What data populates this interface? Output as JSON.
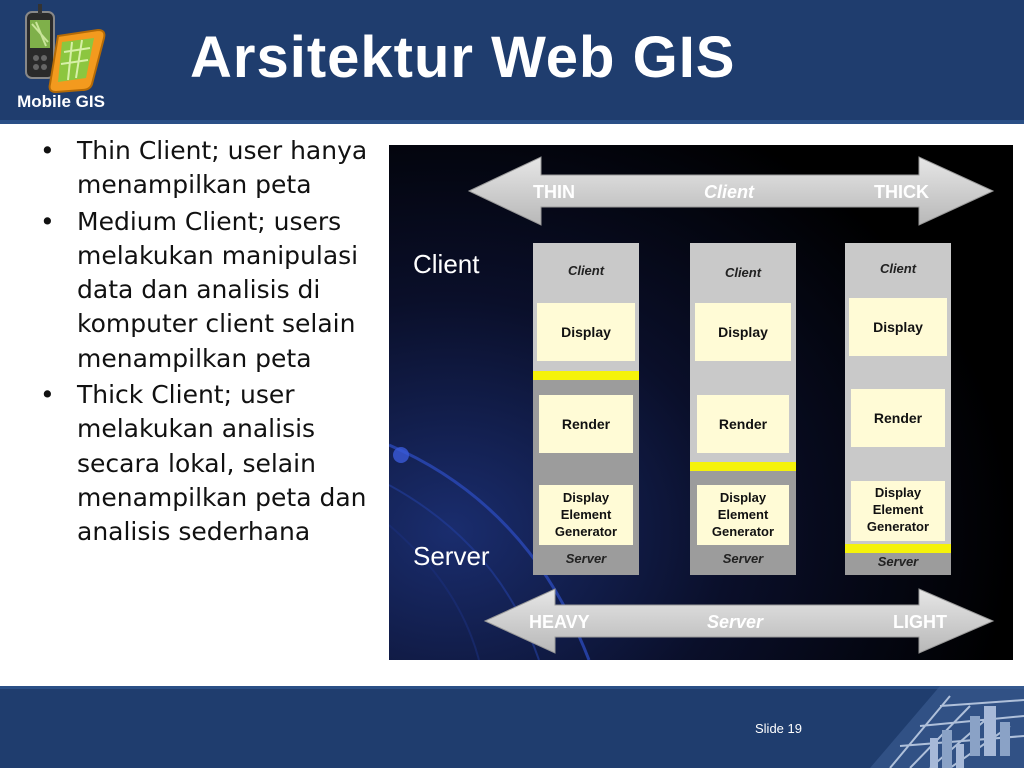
{
  "header": {
    "logo_text": "Mobile GIS",
    "title": "Arsitektur Web GIS"
  },
  "bullets": [
    "Thin Client; user hanya menampilkan peta",
    "Medium Client; users melakukan manipulasi data dan analisis di komputer client selain menampilkan peta",
    "Thick Client; user melakukan analisis secara lokal, selain menampilkan peta dan analisis sederhana"
  ],
  "diagram": {
    "top_arrow": {
      "left": "THIN",
      "center": "Client",
      "right": "THICK"
    },
    "bottom_arrow": {
      "left": "HEAVY",
      "center": "Server",
      "right": "LIGHT"
    },
    "side_labels": {
      "client": "Client",
      "server": "Server"
    },
    "columns": [
      {
        "header": "Client",
        "boxes": [
          "Display",
          "Render",
          "Display Element Generator"
        ],
        "footer": "Server",
        "divider_after": "Display"
      },
      {
        "header": "Client",
        "boxes": [
          "Display",
          "Render",
          "Display Element Generator"
        ],
        "footer": "Server",
        "divider_after": "Render"
      },
      {
        "header": "Client",
        "boxes": [
          "Display",
          "Render",
          "Display Element Generator"
        ],
        "footer": "Server",
        "divider_after": "Display Element Generator"
      }
    ],
    "colors": {
      "background": "#000000",
      "column": "#c8c8c8",
      "box": "#fffbd6",
      "divider": "#f5f20a",
      "arrow": "#d9d9d9"
    }
  },
  "footer": {
    "slide_label": "Slide 19"
  }
}
